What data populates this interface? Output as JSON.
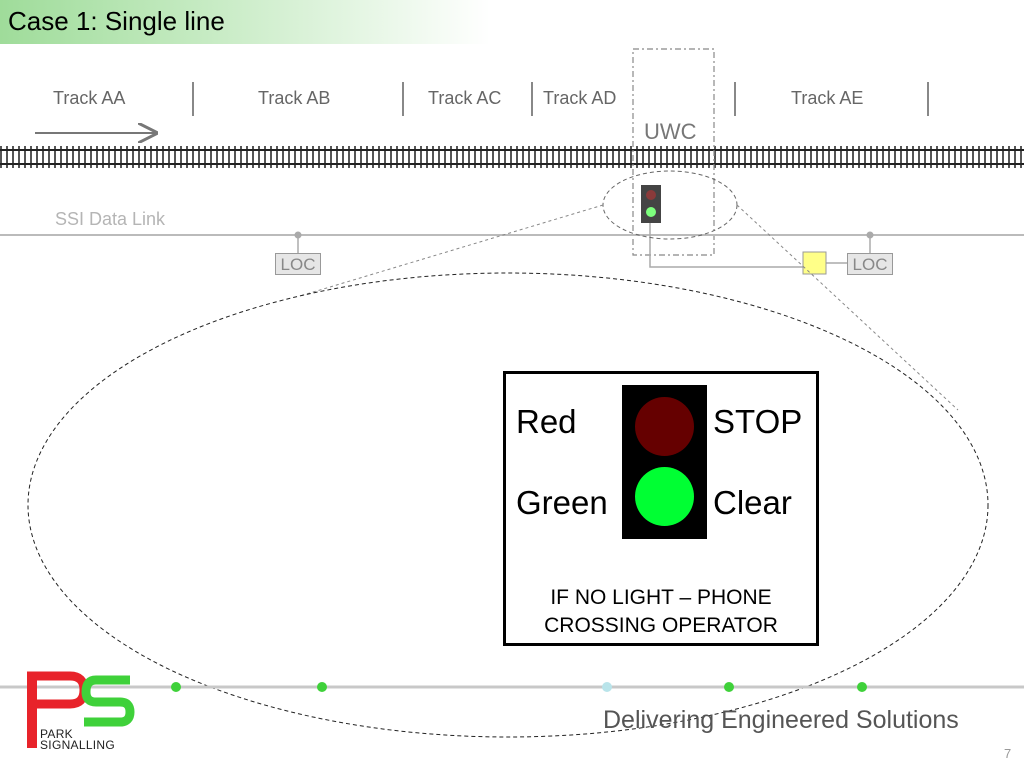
{
  "slide": {
    "title": "Case 1: Single line",
    "page_number": "7"
  },
  "tracks": [
    {
      "label": "Track AA"
    },
    {
      "label": "Track AB"
    },
    {
      "label": "Track AC"
    },
    {
      "label": "Track AD"
    },
    {
      "label": "Track AE"
    }
  ],
  "crossing": {
    "label": "UWC"
  },
  "data_link": {
    "label": "SSI Data Link",
    "loc_left": "LOC",
    "loc_right": "LOC"
  },
  "signal_sign": {
    "red_label": "Red",
    "red_meaning": "STOP",
    "green_label": "Green",
    "green_meaning": "Clear",
    "note_line1": "IF NO LIGHT – PHONE",
    "note_line2": "CROSSING OPERATOR",
    "colors": {
      "red_aspect": "#650000",
      "green_aspect": "#00ff33"
    }
  },
  "footer": {
    "tagline": "Delivering Engineered Solutions",
    "logo_line1": "PARK",
    "logo_line2": "SIGNALLING",
    "colors": {
      "logo_red": "#e8232a",
      "logo_green": "#3fd13a"
    }
  }
}
